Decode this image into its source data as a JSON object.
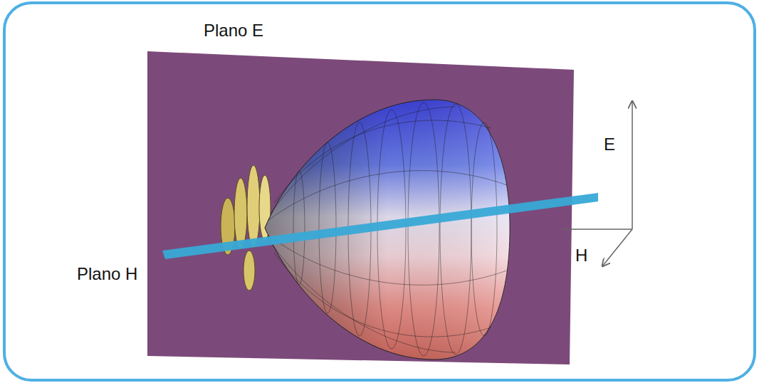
{
  "diagram": {
    "labels": [
      "Plano E",
      "Plano H",
      "E",
      "H"
    ]
  }
}
